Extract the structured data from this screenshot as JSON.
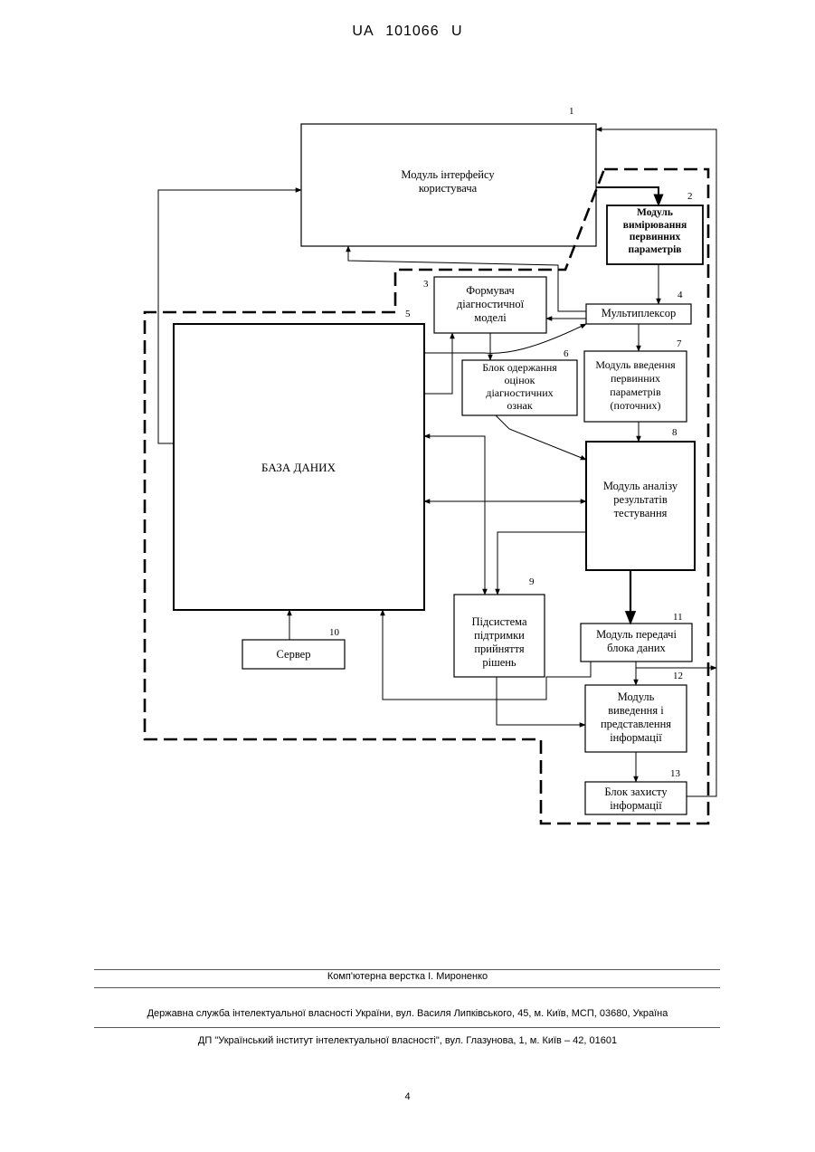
{
  "header": {
    "patent_number": "UA   101066   U"
  },
  "diagram": {
    "blocks": {
      "b1": {
        "num": "1",
        "label": "Модуль інтерфейсу\nкористувача"
      },
      "b2": {
        "num": "2",
        "label": "Модуль\nвимірювання\nпервинних\nпараметрів"
      },
      "b3": {
        "num": "3",
        "label": "Формувач\nдіагностичної\nмоделі"
      },
      "b4": {
        "num": "4",
        "label": "Мультиплексор"
      },
      "b5": {
        "num": "5",
        "label": "БАЗА ДАНИХ"
      },
      "b6": {
        "num": "6",
        "label": "Блок одержання\nоцінок\nдіагностичних\nознак"
      },
      "b7": {
        "num": "7",
        "label": "Модуль введення\nпервинних\nпараметрів\n(поточних)"
      },
      "b8": {
        "num": "8",
        "label": "Модуль аналізу\nрезультатів\nтестування"
      },
      "b9": {
        "num": "9",
        "label": "Підсистема\nпідтримки\nприйняття\nрішень"
      },
      "b10": {
        "num": "10",
        "label": "Сервер"
      },
      "b11": {
        "num": "11",
        "label": "Модуль передачі\nблока  даних"
      },
      "b12": {
        "num": "12",
        "label": "Модуль\nвиведення і\nпредставлення\nінформації"
      },
      "b13": {
        "num": "13",
        "label": "Блок захисту\nінформації"
      }
    }
  },
  "footer": {
    "typesetting": "Комп'ютерна верстка І. Мироненко",
    "agency": "Державна служба інтелектуальної власності України, вул. Василя Липківського, 45, м. Київ, МСП, 03680, Україна",
    "institute": "ДП \"Український інститут інтелектуальної власності\", вул. Глазунова, 1, м. Київ – 42, 01601",
    "page_number": "4"
  }
}
